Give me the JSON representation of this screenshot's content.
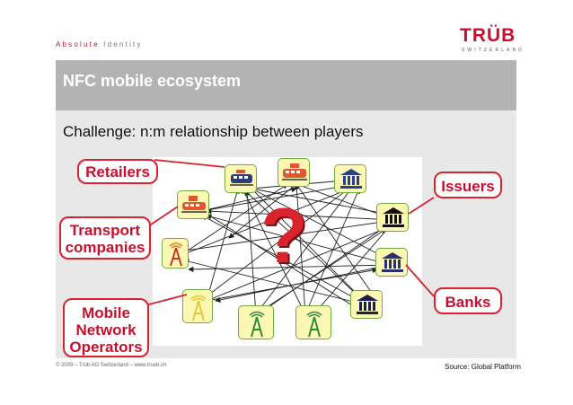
{
  "header": {
    "brand_part1": "Absolute",
    "brand_part2": " Identity",
    "logo_word": "TRÜB",
    "logo_sub": "SWITZERLAND"
  },
  "slide": {
    "title": "NFC mobile ecosystem",
    "subtitle": "Challenge: n:m relationship between players"
  },
  "labels": {
    "retailers": "Retailers",
    "transport_line1": "Transport",
    "transport_line2": "companies",
    "mobile_line1": "Mobile",
    "mobile_line2": "Network",
    "mobile_line3": "Operators",
    "issuers": "Issuers",
    "banks": "Banks"
  },
  "diagram": {
    "center_symbol": "?",
    "nodes": [
      {
        "id": "retailer-1",
        "group": "retailers",
        "icon": "train-icon"
      },
      {
        "id": "retailer-2",
        "group": "retailers",
        "icon": "train-icon"
      },
      {
        "id": "transport-1",
        "group": "transport",
        "icon": "train-icon"
      },
      {
        "id": "mno-1",
        "group": "mobile",
        "icon": "antenna-tower-icon"
      },
      {
        "id": "mno-2",
        "group": "mobile",
        "icon": "antenna-tower-icon"
      },
      {
        "id": "mno-3",
        "group": "mobile",
        "icon": "antenna-tower-icon"
      },
      {
        "id": "mno-4",
        "group": "mobile",
        "icon": "antenna-tower-icon"
      },
      {
        "id": "issuer-1",
        "group": "issuers",
        "icon": "bank-icon"
      },
      {
        "id": "issuer-2",
        "group": "issuers",
        "icon": "bank-icon"
      },
      {
        "id": "bank-1",
        "group": "banks",
        "icon": "bank-icon"
      },
      {
        "id": "bank-2",
        "group": "banks",
        "icon": "bank-icon"
      }
    ]
  },
  "footer": {
    "copyright": "© 2009 – Trüb AG Switzerland – www.trueb.ch",
    "source": "Source: Global Platform"
  },
  "colors": {
    "accent_red": "#c8102e",
    "title_bar": "#b3b3b3",
    "content_bg": "#e8e8e8",
    "node_fill": "#fdf7b4",
    "node_border": "#6fae3e"
  }
}
